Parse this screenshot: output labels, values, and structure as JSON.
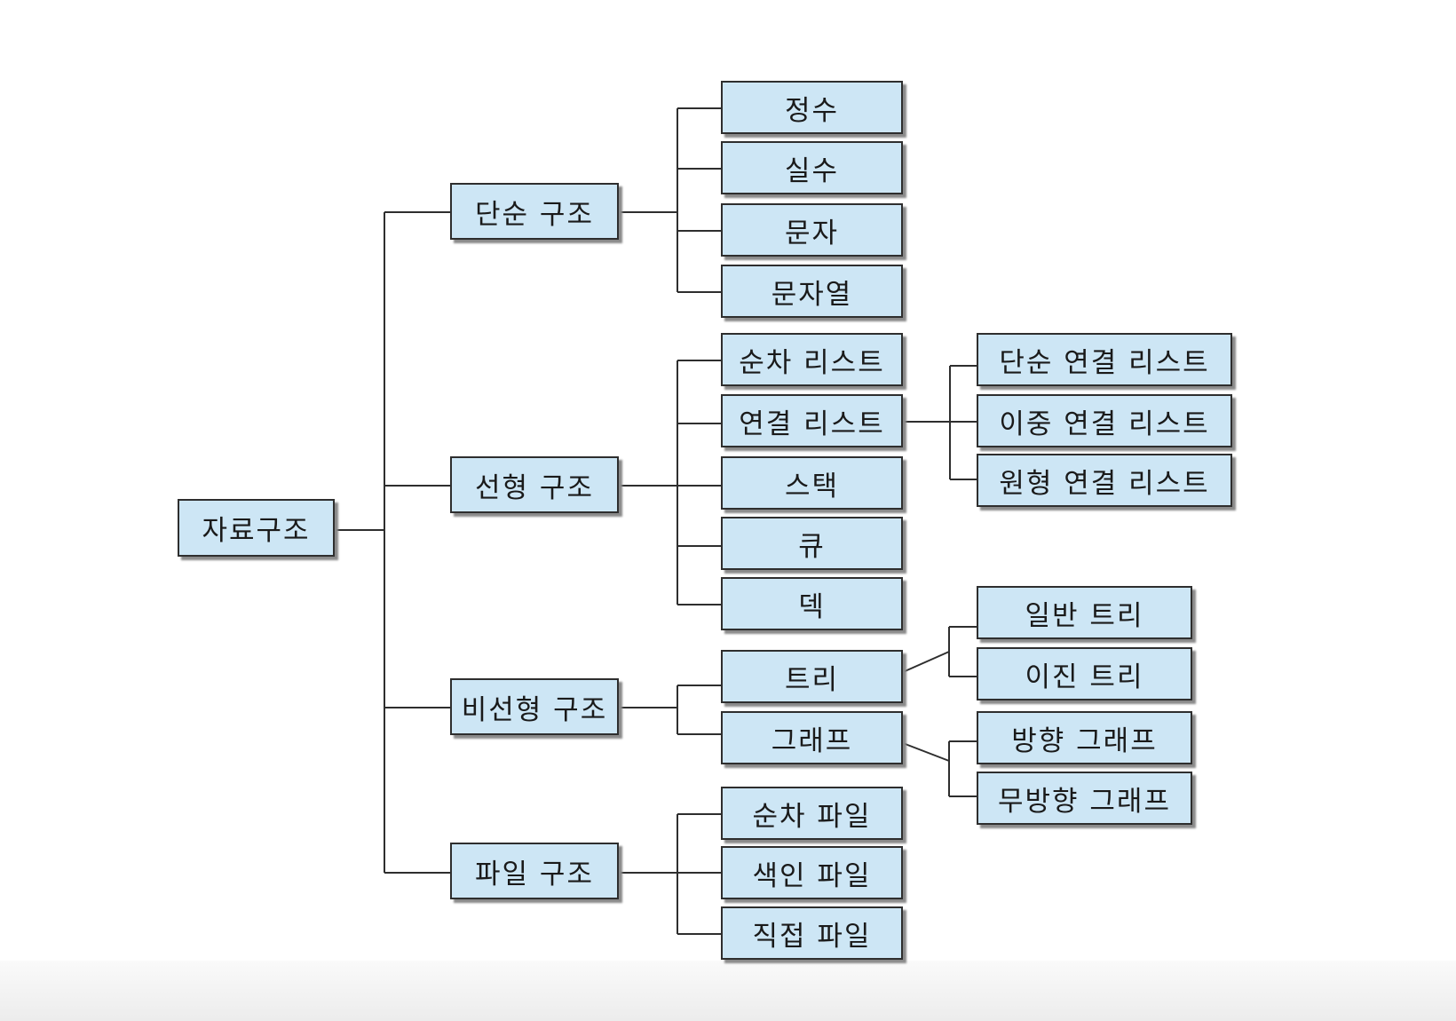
{
  "colors": {
    "node_fill": "#cde6f5",
    "node_border": "#2e2e2e",
    "line": "#2e2e2e",
    "background": "#ffffff"
  },
  "root": {
    "label": "자료구조"
  },
  "categories": {
    "simple": {
      "label": "단순 구조",
      "children": [
        "정수",
        "실수",
        "문자",
        "문자열"
      ]
    },
    "linear": {
      "label": "선형 구조",
      "children": [
        "순차 리스트",
        "연결 리스트",
        "스택",
        "큐",
        "덱"
      ],
      "linked_list_children": [
        "단순 연결 리스트",
        "이중 연결 리스트",
        "원형 연결 리스트"
      ]
    },
    "nonlinear": {
      "label": "비선형 구조",
      "children": [
        "트리",
        "그래프"
      ],
      "tree_children": [
        "일반 트리",
        "이진 트리"
      ],
      "graph_children": [
        "방향 그래프",
        "무방향 그래프"
      ]
    },
    "file": {
      "label": "파일 구조",
      "children": [
        "순차 파일",
        "색인 파일",
        "직접 파일"
      ]
    }
  }
}
